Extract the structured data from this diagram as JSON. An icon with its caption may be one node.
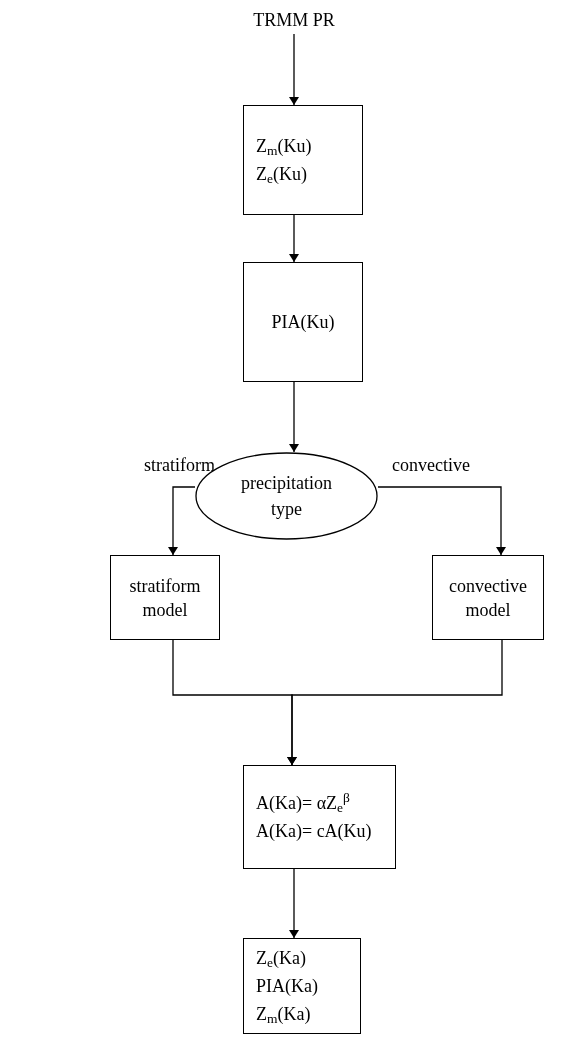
{
  "diagram": {
    "nodes": [
      {
        "text": [
          "TRMM PR"
        ]
      },
      {
        "text": [
          "Z$_{m}$(Ku)",
          "Z$_{e}$(Ku)"
        ]
      },
      {
        "text": [
          "PIA(Ku)"
        ]
      },
      {
        "text": [
          "precipitation type"
        ]
      },
      {
        "text": [
          "stratiform model"
        ]
      },
      {
        "text": [
          "convective model"
        ]
      },
      {
        "text": [
          "A(Ka)= αZ$_{e}$$^{β}$",
          "A(Ka)= cA(Ku)"
        ]
      },
      {
        "text": [
          "Z$_{e}$(Ka)",
          "PIA(Ka)",
          "Z$_{m}$(Ka)"
        ]
      }
    ],
    "edges": [
      {
        "from": 0,
        "to": 1,
        "arrow": "to"
      },
      {
        "from": 1,
        "to": 2,
        "arrow": "to"
      },
      {
        "from": 2,
        "to": 3,
        "arrow": "to"
      },
      {
        "from": 3,
        "to": 4,
        "arrow": "to",
        "label": "stratiform"
      },
      {
        "from": 3,
        "to": 5,
        "arrow": "to",
        "label": "convective"
      },
      {
        "from": 4,
        "to": 6,
        "arrow": "to"
      },
      {
        "from": 5,
        "to": 6,
        "arrow": "to"
      },
      {
        "from": 6,
        "to": 7,
        "arrow": "to"
      }
    ]
  }
}
